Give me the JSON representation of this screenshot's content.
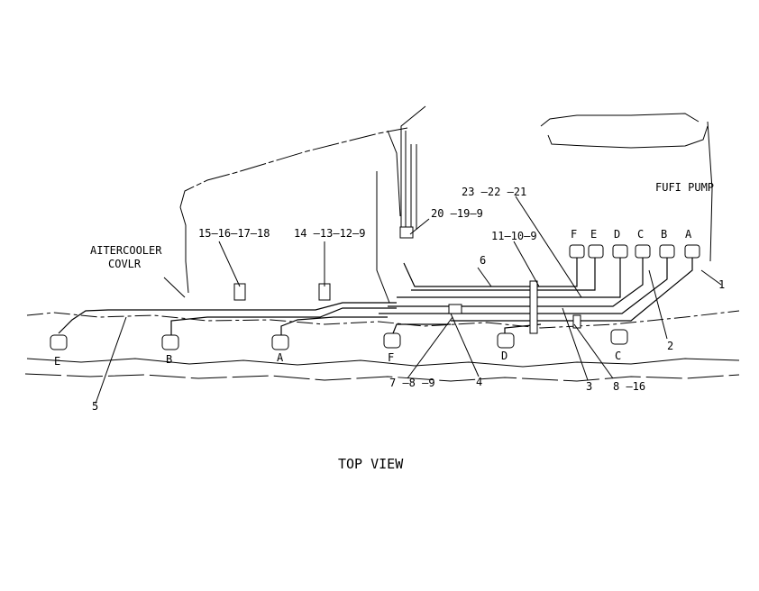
{
  "labels": {
    "fuel_pump": "FUFI  PUMP",
    "aftercooler_line1": "AITERCOOLER",
    "aftercooler_line2": "COVLR",
    "view_title": "TOP  VIEW"
  },
  "callouts": {
    "c_23_22_21": "23 –22 –21",
    "c_20_19_9": "20 –19–9",
    "c_11_10_9": "11–10–9",
    "c_15_16_17_18": "15–16–17–18",
    "c_14_13_12_9": "14 –13–12–9",
    "c_7_8_9": "7 –8 –9",
    "c_8_16": "8 –16",
    "n1": "1",
    "n2": "2",
    "n3": "3",
    "n4": "4",
    "n5": "5",
    "n6": "6"
  },
  "pump_ports": [
    "F",
    "E",
    "D",
    "C",
    "B",
    "A"
  ],
  "injectors": {
    "E": "E",
    "B": "B",
    "A": "A",
    "F": "F",
    "D": "D",
    "C": "C"
  }
}
